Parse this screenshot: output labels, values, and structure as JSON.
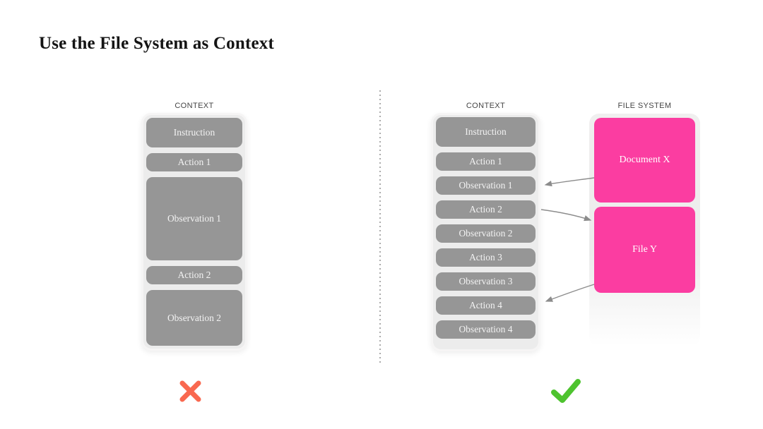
{
  "title": "Use the File System as Context",
  "left_panel": {
    "label": "CONTEXT",
    "boxes": [
      {
        "label": "Instruction"
      },
      {
        "label": "Action 1"
      },
      {
        "label": "Observation 1"
      },
      {
        "label": "Action 2"
      },
      {
        "label": "Observation 2"
      }
    ],
    "verdict_icon": "cross"
  },
  "right_panel": {
    "context": {
      "label": "CONTEXT",
      "boxes": [
        {
          "label": "Instruction"
        },
        {
          "label": "Action 1"
        },
        {
          "label": "Observation 1"
        },
        {
          "label": "Action 2"
        },
        {
          "label": "Observation 2"
        },
        {
          "label": "Action 3"
        },
        {
          "label": "Observation 3"
        },
        {
          "label": "Action 4"
        },
        {
          "label": "Observation 4"
        }
      ]
    },
    "file_system": {
      "label": "FILE SYSTEM",
      "boxes": [
        {
          "label": "Document X"
        },
        {
          "label": "File Y"
        }
      ]
    },
    "arrows": [
      {
        "from": "Document X",
        "to": "Observation 1"
      },
      {
        "from": "Action 2",
        "to": "File Y"
      },
      {
        "from": "File Y",
        "to": "Action 4"
      }
    ],
    "verdict_icon": "check"
  },
  "colors": {
    "box_gray": "#969696",
    "container_gray": "#ececec",
    "file_pink": "#fb3da1",
    "cross_red": "#f9684f",
    "check_green": "#4ec32f",
    "arrow_gray": "#8c8c8c"
  }
}
